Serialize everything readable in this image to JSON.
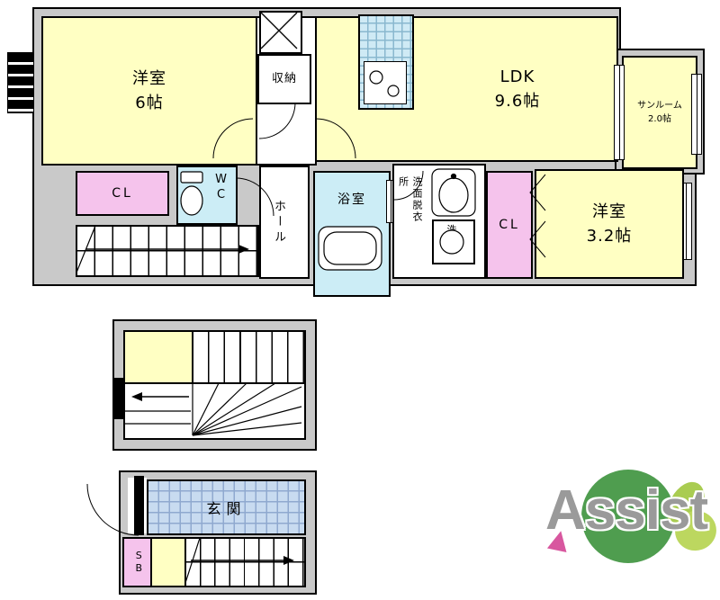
{
  "colors": {
    "wall_gray": "#c9c9c9",
    "room_yellow": "#ffffc3",
    "closet_pink": "#f5c3ec",
    "wet_cyan": "#ccedf6",
    "kitchen_blue": "#cfeaf5",
    "tile_blue": "#c8dbf0",
    "logo_green": "#4f9d4f",
    "logo_green_light": "#a9cc51",
    "logo_gray": "#9a9a9a",
    "logo_pink": "#d8579f"
  },
  "floor2": {
    "western_room_6": {
      "name": "洋室",
      "size": "6帖"
    },
    "storage": {
      "label": "収納"
    },
    "ldk": {
      "name": "LDK",
      "size": "9.6帖"
    },
    "sunroom": {
      "name": "サンルーム",
      "size": "2.0帖"
    },
    "closet_left": {
      "label": "CL"
    },
    "toilet": {
      "label": "WC"
    },
    "hall": {
      "label": "ホール"
    },
    "bathroom": {
      "label": "浴室"
    },
    "washroom": {
      "label": "洗面脱衣所"
    },
    "laundry": {
      "label": "洗"
    },
    "closet_right": {
      "label": "CL"
    },
    "western_room_32": {
      "name": "洋室",
      "size": "3.2帖"
    }
  },
  "floor1": {
    "entrance": {
      "label": "玄関"
    },
    "shoe_box": {
      "label": "SB"
    }
  },
  "logo": {
    "text": "Assist"
  }
}
